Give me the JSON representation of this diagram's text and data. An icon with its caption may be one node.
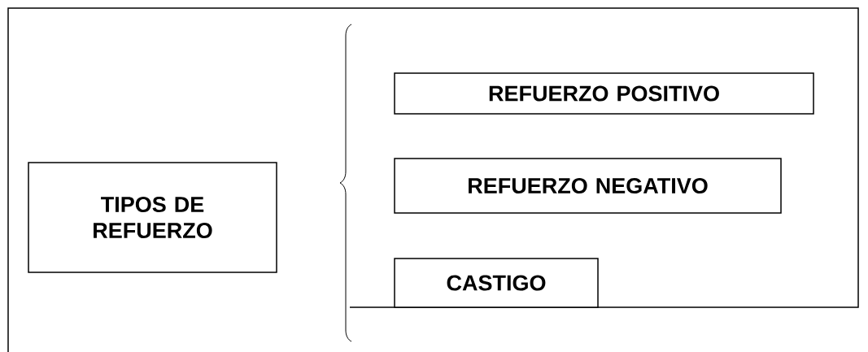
{
  "diagram": {
    "nodes": [
      {
        "text": [
          "TIPOS DE REFUERZO"
        ]
      },
      {
        "text": [
          "REFUERZO POSITIVO"
        ]
      },
      {
        "text": [
          "REFUERZO NEGATIVO"
        ]
      },
      {
        "text": [
          "CASTIGO"
        ]
      }
    ]
  }
}
